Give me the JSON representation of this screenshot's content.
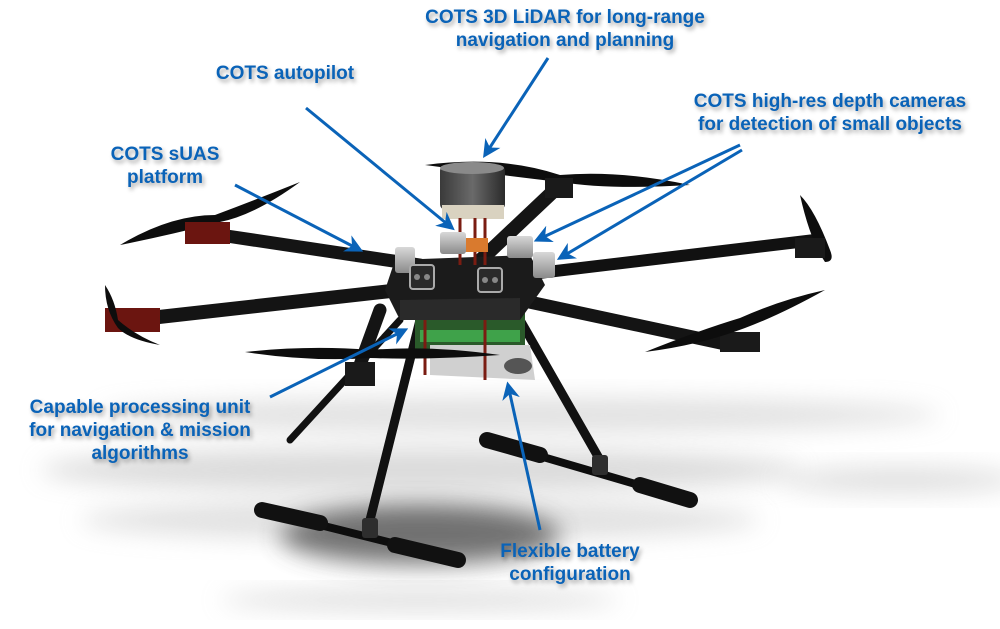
{
  "figure": {
    "subject": "hexacopter sUAS with annotated components",
    "accent_color": "#0a63b8",
    "labels": [
      {
        "id": "lidar",
        "lines": [
          "COTS 3D LiDAR for long-range",
          "navigation and planning"
        ]
      },
      {
        "id": "autopilot",
        "lines": [
          "COTS autopilot"
        ]
      },
      {
        "id": "depth-cameras",
        "lines": [
          "COTS high-res depth cameras",
          "for detection of small objects"
        ]
      },
      {
        "id": "platform",
        "lines": [
          "COTS sUAS",
          "platform"
        ]
      },
      {
        "id": "processing",
        "lines": [
          "Capable processing unit",
          "for navigation & mission",
          "algorithms"
        ]
      },
      {
        "id": "battery",
        "lines": [
          "Flexible battery",
          "configuration"
        ]
      }
    ]
  }
}
